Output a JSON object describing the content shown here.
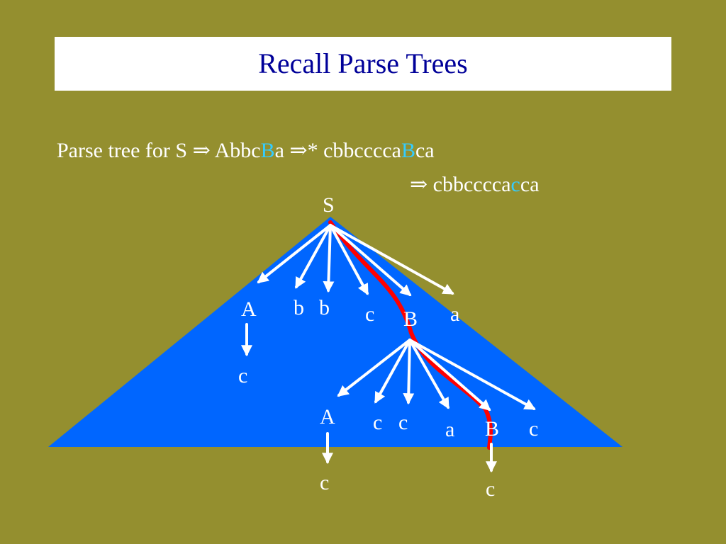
{
  "title": "Recall Parse Trees",
  "derivation": {
    "line1_prefix": "Parse tree for S ",
    "arrow": "⇒",
    "line1_mid1": " Abbc",
    "line1_B1": "B",
    "line1_mid2": "a ",
    "line1_mid3": "* cbbcccca",
    "line1_B2": "B",
    "line1_end": "ca",
    "line2_arrow": "⇒",
    "line2_prefix": " cbbcccca",
    "line2_c": "c",
    "line2_end": "ca"
  },
  "tree": {
    "root": "S",
    "level1": [
      "A",
      "b",
      "b",
      "c",
      "B",
      "a"
    ],
    "level1_A_child": "c",
    "level2": [
      "A",
      "c",
      "c",
      "a",
      "B",
      "c"
    ],
    "level2_A_child": "c",
    "level2_B_child": "c"
  },
  "colors": {
    "background": "#948f2f",
    "triangle": "#0066ff",
    "path": "#ff0000",
    "title": "#000099",
    "highlight": "#33ccff"
  }
}
